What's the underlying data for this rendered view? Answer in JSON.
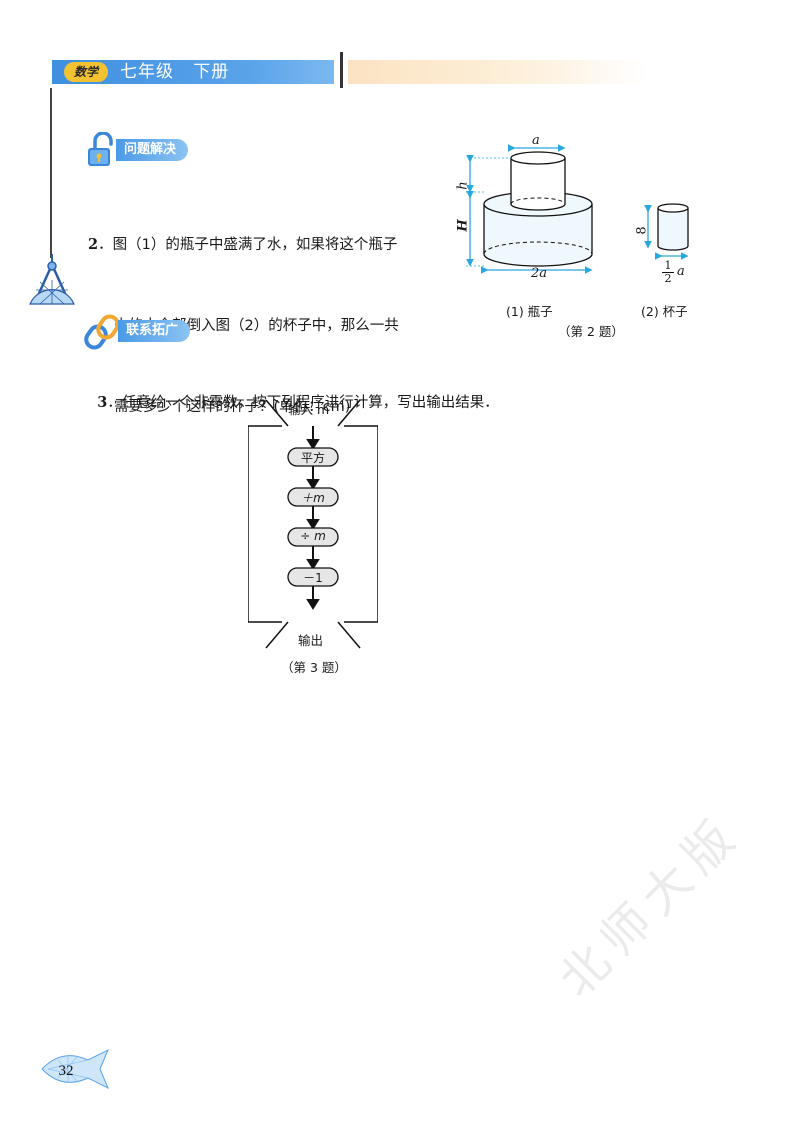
{
  "header": {
    "badge": "数学",
    "title": "七年级   下册"
  },
  "sections": {
    "problem_solving": "问题解决",
    "extension": "联系拓广"
  },
  "problem2": {
    "number": "2",
    "line1": "．图（1）的瓶子中盛满了水，如果将这个瓶子",
    "line2": "中的水全部倒入图（2）的杯子中，那么一共",
    "line3": "需要多少个这样的杯子？(单位：cm)"
  },
  "figure2": {
    "bottle_top_label": "a",
    "bottle_h_label": "h",
    "bottle_H_label": "H",
    "bottle_bottom_label": "2a",
    "cup_height_label": "8",
    "cup_frac_num": "1",
    "cup_frac_den": "2",
    "cup_frac_var": "a",
    "caption_bottle": "(1) 瓶子",
    "caption_cup": "(2) 杯子",
    "caption_problem": "（第 2 题）"
  },
  "problem3": {
    "number": "3",
    "text": "．任意给一个非零数，按下列程序进行计算，写出输出结果．"
  },
  "flowchart": {
    "input_label": "输入 m",
    "steps": [
      "平方",
      "＋m",
      "÷ m",
      "－1"
    ],
    "output_label": "输出",
    "caption": "（第 3 题）"
  },
  "footer": {
    "page_number": "32",
    "watermark": "北师大版"
  }
}
